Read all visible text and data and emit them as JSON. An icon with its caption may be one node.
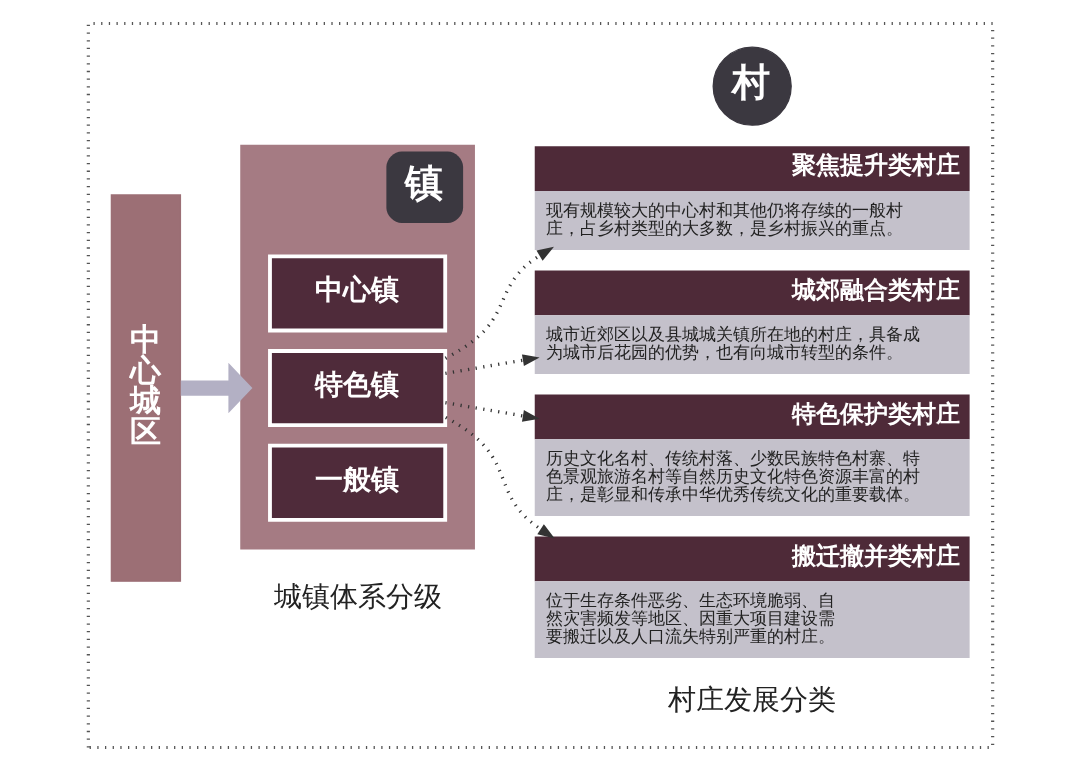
{
  "diagram": {
    "nodes": [
      {
        "text": [],
        "shape": "box"
      },
      {
        "text": [
          "中心城区"
        ],
        "in": 0
      },
      {
        "text": [
          "镇"
        ],
        "in": 0
      },
      {
        "text": [
          "中心镇"
        ],
        "in": 2
      },
      {
        "text": [
          "特色镇"
        ],
        "in": 2
      },
      {
        "text": [
          "一般镇"
        ],
        "in": 2
      },
      {
        "text": [
          "村"
        ],
        "in": 0
      },
      {
        "text": [
          "聚焦提升类村庄",
          "现有规模较大的中心村和其他仍将存续的一般村庄，占乡村类型的大多数，是乡村振兴的重点。"
        ],
        "in": 0
      },
      {
        "text": [
          "城郊融合类村庄",
          "城市近郊区以及县城城关镇所在地的村庄，具备成为城市后花园的优势，也有向城市转型的条件。"
        ],
        "in": 0
      },
      {
        "text": [
          "特色保护类村庄",
          "历史文化名村、传统村落、少数民族特色村寨、特色景观旅游名村等自然历史文化特色资源丰富的村庄，是彰显和传承中华优秀传统文化的重要载体。"
        ],
        "in": 0
      },
      {
        "text": [
          "搬迁撤并类村庄",
          "位于生存条件恶劣、生态环境脆弱、自然灾害频发等地区、因重大项目建设需要搬迁以及人口流失特别严重的村庄。"
        ],
        "in": 0
      }
    ],
    "edges": [
      {
        "from": 1,
        "to": 2,
        "arrow": "to",
        "style": "thick",
        "color": "#b3b0c4"
      },
      {
        "from": 4,
        "to": 7,
        "arrow": "to",
        "style": "dashed"
      },
      {
        "from": 4,
        "to": 8,
        "arrow": "to",
        "style": "dashed"
      },
      {
        "from": 4,
        "to": 9,
        "arrow": "to",
        "style": "dashed"
      },
      {
        "from": 4,
        "to": 10,
        "arrow": "to",
        "style": "dashed"
      }
    ],
    "labels": [
      "城镇体系分级",
      "村庄发展分类"
    ]
  }
}
